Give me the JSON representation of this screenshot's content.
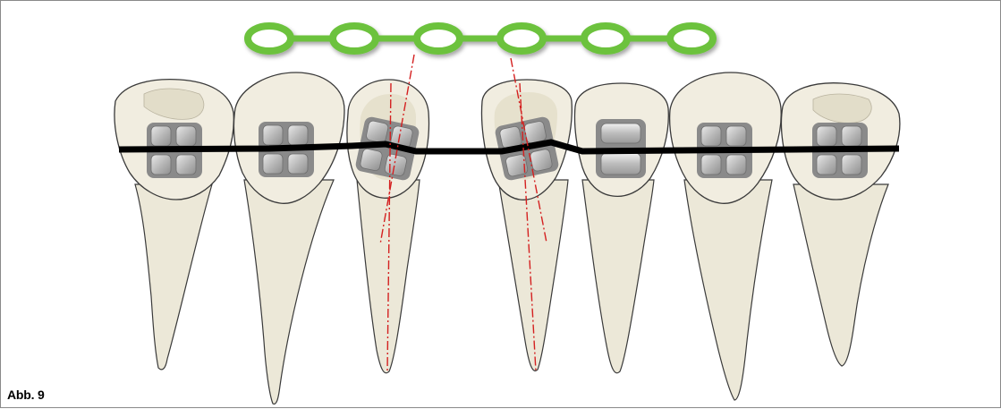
{
  "figure": {
    "caption": "Abb. 9"
  },
  "colors": {
    "tooth_fill": "#ece8d8",
    "tooth_stroke": "#3a3a3a",
    "archwire": "#000000",
    "elastic_chain": "#6cc23e",
    "axis_line": "#d42020",
    "bracket": "#b8b8b8"
  },
  "elements": {
    "teeth_count": 7,
    "elastic_chain_links": 6,
    "axis_lines": 4
  }
}
